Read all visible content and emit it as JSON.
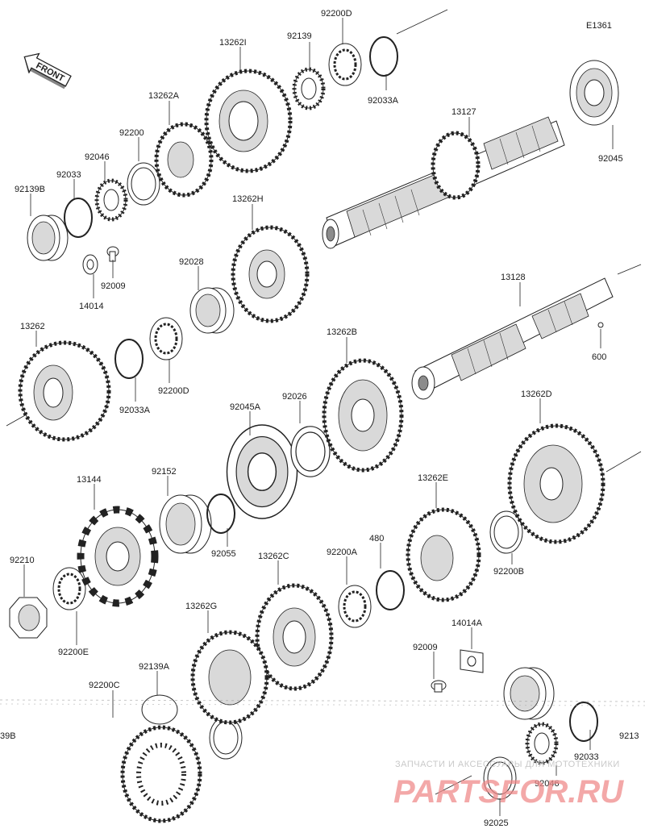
{
  "diagram": {
    "code": "E1361",
    "front_label": "FRONT",
    "parts": [
      {
        "id": "p13262I",
        "label": "13262I"
      },
      {
        "id": "p92139",
        "label": "92139"
      },
      {
        "id": "p92200D_top",
        "label": "92200D"
      },
      {
        "id": "p92033A_top",
        "label": "92033A"
      },
      {
        "id": "p13262A",
        "label": "13262A"
      },
      {
        "id": "p92200",
        "label": "92200"
      },
      {
        "id": "p92046_top",
        "label": "92046"
      },
      {
        "id": "p92033_top",
        "label": "92033"
      },
      {
        "id": "p92139B",
        "label": "92139B"
      },
      {
        "id": "p92009_top",
        "label": "92009"
      },
      {
        "id": "p14014",
        "label": "14014"
      },
      {
        "id": "p13127",
        "label": "13127"
      },
      {
        "id": "p92045",
        "label": "92045"
      },
      {
        "id": "p13262H",
        "label": "13262H"
      },
      {
        "id": "p92028",
        "label": "92028"
      },
      {
        "id": "p13128",
        "label": "13128"
      },
      {
        "id": "p600",
        "label": "600"
      },
      {
        "id": "p13262",
        "label": "13262"
      },
      {
        "id": "p92033A_mid",
        "label": "92033A"
      },
      {
        "id": "p92200D_mid",
        "label": "92200D"
      },
      {
        "id": "p13262B",
        "label": "13262B"
      },
      {
        "id": "p92026",
        "label": "92026"
      },
      {
        "id": "p92045A",
        "label": "92045A"
      },
      {
        "id": "p13262D",
        "label": "13262D"
      },
      {
        "id": "p13144",
        "label": "13144"
      },
      {
        "id": "p92152",
        "label": "92152"
      },
      {
        "id": "p92055",
        "label": "92055"
      },
      {
        "id": "p13262E",
        "label": "13262E"
      },
      {
        "id": "p480",
        "label": "480"
      },
      {
        "id": "p92200A",
        "label": "92200A"
      },
      {
        "id": "p92200B",
        "label": "92200B"
      },
      {
        "id": "p92210",
        "label": "92210"
      },
      {
        "id": "p92200E",
        "label": "92200E"
      },
      {
        "id": "p13262C",
        "label": "13262C"
      },
      {
        "id": "p14014A",
        "label": "14014A"
      },
      {
        "id": "p13262G",
        "label": "13262G"
      },
      {
        "id": "p92009_bot",
        "label": "92009"
      },
      {
        "id": "p92139A",
        "label": "92139A"
      },
      {
        "id": "p92200C",
        "label": "92200C"
      },
      {
        "id": "p92139B_cut",
        "label": "39B"
      },
      {
        "id": "p92033_bot",
        "label": "92033"
      },
      {
        "id": "p9213_cut",
        "label": "9213"
      },
      {
        "id": "p92046_bot",
        "label": "92046"
      },
      {
        "id": "p92025",
        "label": "92025"
      }
    ]
  },
  "watermark": {
    "line1": "ЗАПЧАСТИ И АКСЕССУАРЫ ДЛЯ МОТОТЕХНИКИ",
    "line2": "PARTSFOR.RU"
  }
}
